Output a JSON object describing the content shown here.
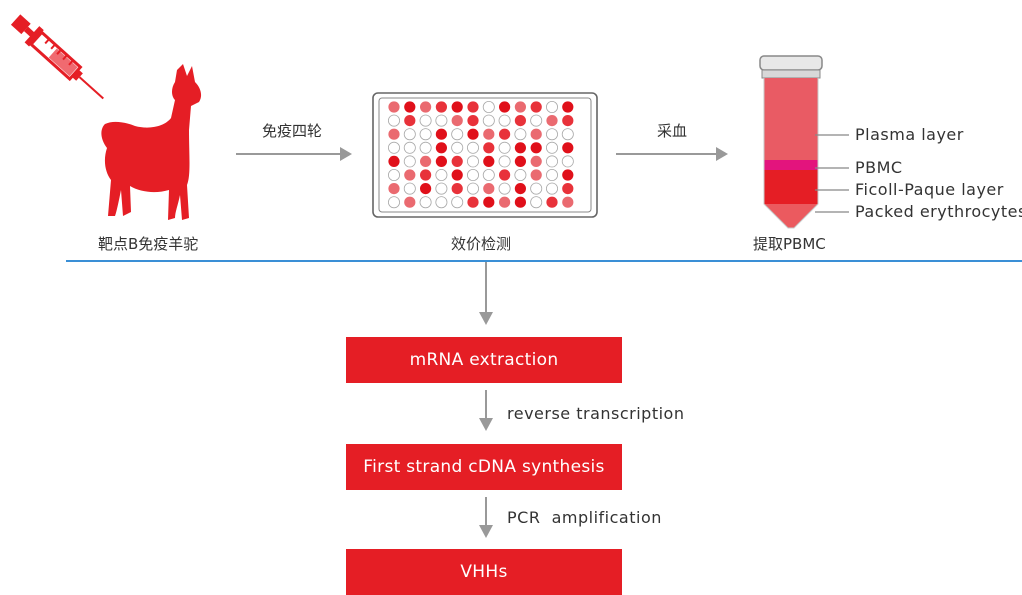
{
  "top_flow": {
    "source_label": "靶点B免疫羊驼",
    "arrow1_label": "免疫四轮",
    "plate_label": "效价检测",
    "arrow2_label": "采血",
    "tube_label": "提取PBMC"
  },
  "tube_layers": [
    {
      "label": "Plasma layer",
      "color": "#e95b64"
    },
    {
      "label": "PBMC",
      "color": "#e3147d"
    },
    {
      "label": "Ficoll-Paque layer",
      "color": "#e51e25"
    },
    {
      "label": "Packed erythrocytes",
      "color": "#eb5a5f"
    }
  ],
  "steps": [
    {
      "label": "mRNA extraction"
    },
    {
      "label": "First strand cDNA synthesis"
    },
    {
      "label": "VHHs"
    }
  ],
  "step_arrows": [
    {
      "label": "reverse transcription"
    },
    {
      "label": "PCR  amplification"
    }
  ],
  "colors": {
    "accent_red": "#e51e25",
    "light_red": "#ea6a70",
    "divider_blue": "#3a8fd6",
    "arrow_gray": "#999999"
  },
  "plate": {
    "rows": [
      "LDLEDEWDLEWD",
      "WEWWLEWWEWLE",
      "LWWDWDLEWLWW",
      "WWWDWWEWDDWD",
      "DWLDEWDWDLWW",
      "WLEWDWWEWLWD",
      "LWDWEWLWDWWE",
      "WLWWWEDLDWEL"
    ]
  }
}
